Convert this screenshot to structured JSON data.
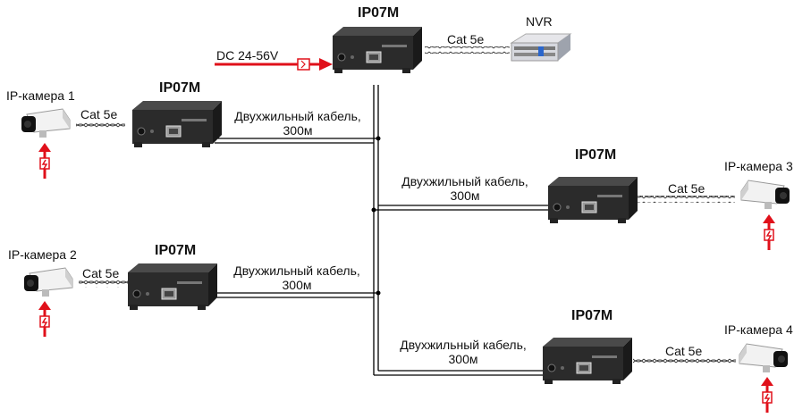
{
  "diagram": {
    "dc_label": "DC 24-56V",
    "nvr_label": "NVR",
    "devices": [
      {
        "model": "IP07M"
      },
      {
        "model": "IP07M"
      },
      {
        "model": "IP07M"
      },
      {
        "model": "IP07M"
      },
      {
        "model": "IP07M"
      }
    ],
    "cameras": [
      {
        "label": "IP-камера 1"
      },
      {
        "label": "IP-камера 2"
      },
      {
        "label": "IP-камера 3"
      },
      {
        "label": "IP-камера 4"
      }
    ],
    "cable_labels": {
      "cat": "Cat 5e",
      "twowire_line1": "Двухжильный кабель,",
      "twowire_line2": "300м"
    },
    "colors": {
      "line": "#000000",
      "power_arrow": "#e0101a",
      "device_body": "#2a2a2a",
      "camera_body": "#f2f2f2"
    }
  }
}
